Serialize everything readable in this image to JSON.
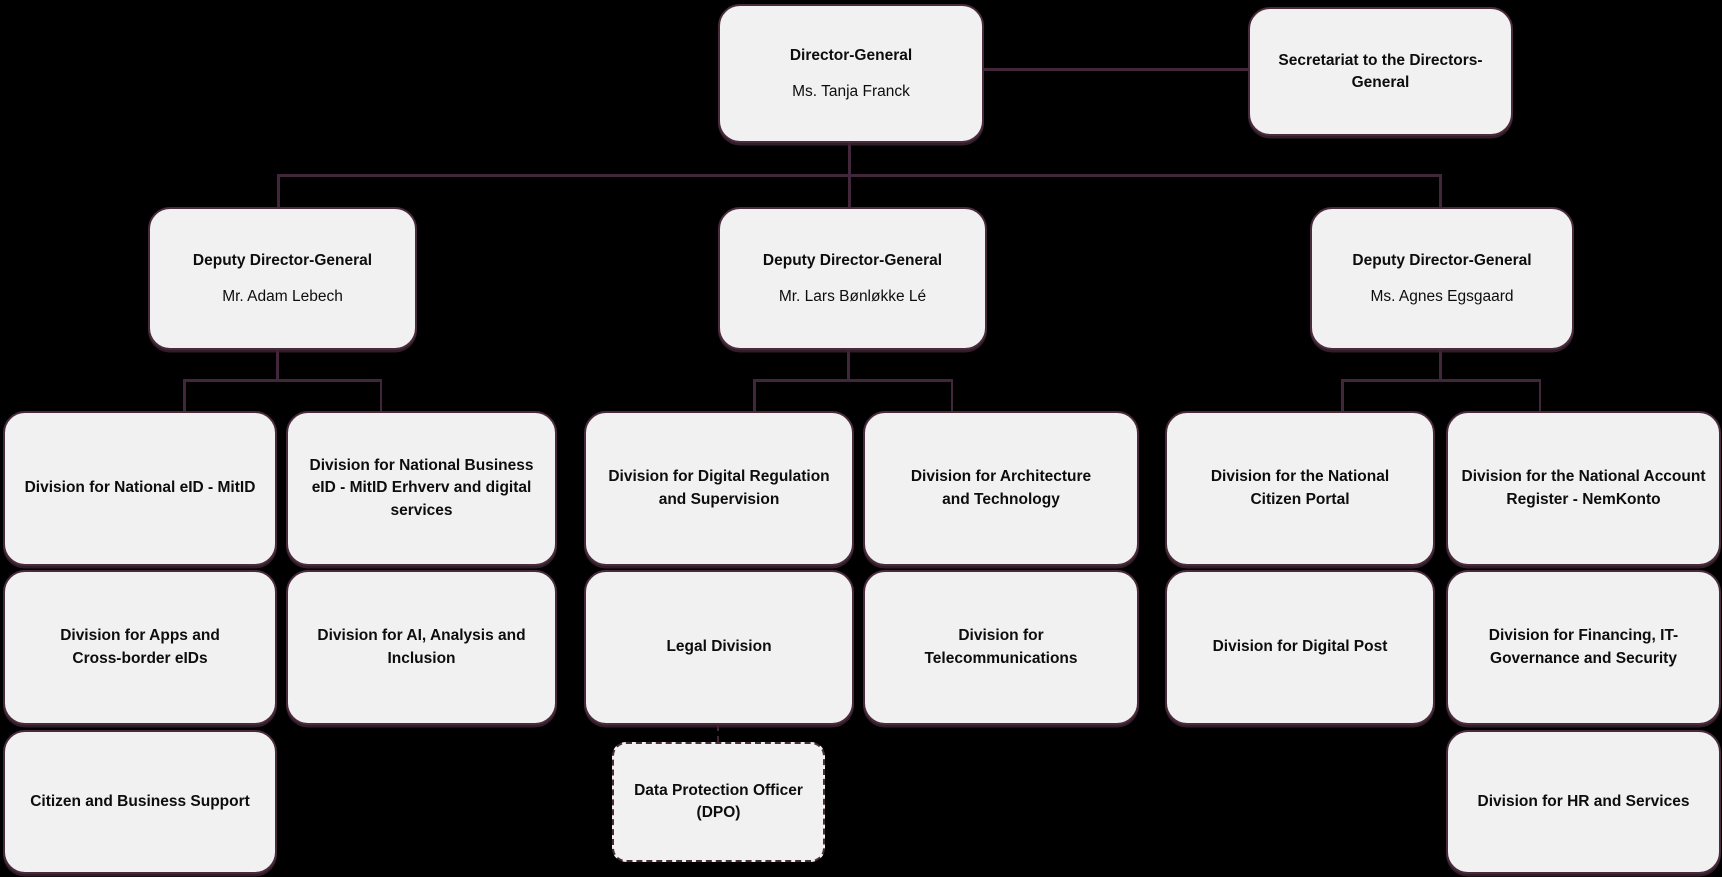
{
  "org_chart": {
    "colors": {
      "background": "#000000",
      "node_fill": "#f1f1f1",
      "node_border": "#4a2b3c",
      "connector": "#42263a",
      "text": "#0d0d0d"
    },
    "director_general": {
      "title": "Director-General",
      "name": "Ms. Tanja Franck"
    },
    "secretariat": {
      "title": "Secretariat to the Directors-General"
    },
    "deputies": [
      {
        "title": "Deputy Director-General",
        "name": "Mr. Adam Lebech"
      },
      {
        "title": "Deputy Director-General",
        "name": "Mr. Lars Bønløkke Lé"
      },
      {
        "title": "Deputy Director-General",
        "name": "Ms. Agnes Egsgaard"
      }
    ],
    "divisions": {
      "group1_col1": [
        "Division for National eID - MitID",
        "Division for Apps and Cross-border eIDs",
        "Citizen and Business Support"
      ],
      "group1_col2": [
        "Division for National Business eID - MitID Erhverv and digital services",
        "Division for AI, Analysis and Inclusion"
      ],
      "group2_col1": [
        "Division for Digital Regulation and Supervision",
        "Legal Division"
      ],
      "group2_col2": [
        "Division for Architecture and Technology",
        "Division for Telecommunications"
      ],
      "group3_col1": [
        "Division for the National Citizen Portal",
        "Division for Digital Post"
      ],
      "group3_col2": [
        "Division for the National Account Register - NemKonto",
        "Division for Financing, IT-Governance and Security",
        "Division for HR and Services"
      ]
    },
    "dpo": {
      "title": "Data Protection Officer (DPO)"
    }
  }
}
